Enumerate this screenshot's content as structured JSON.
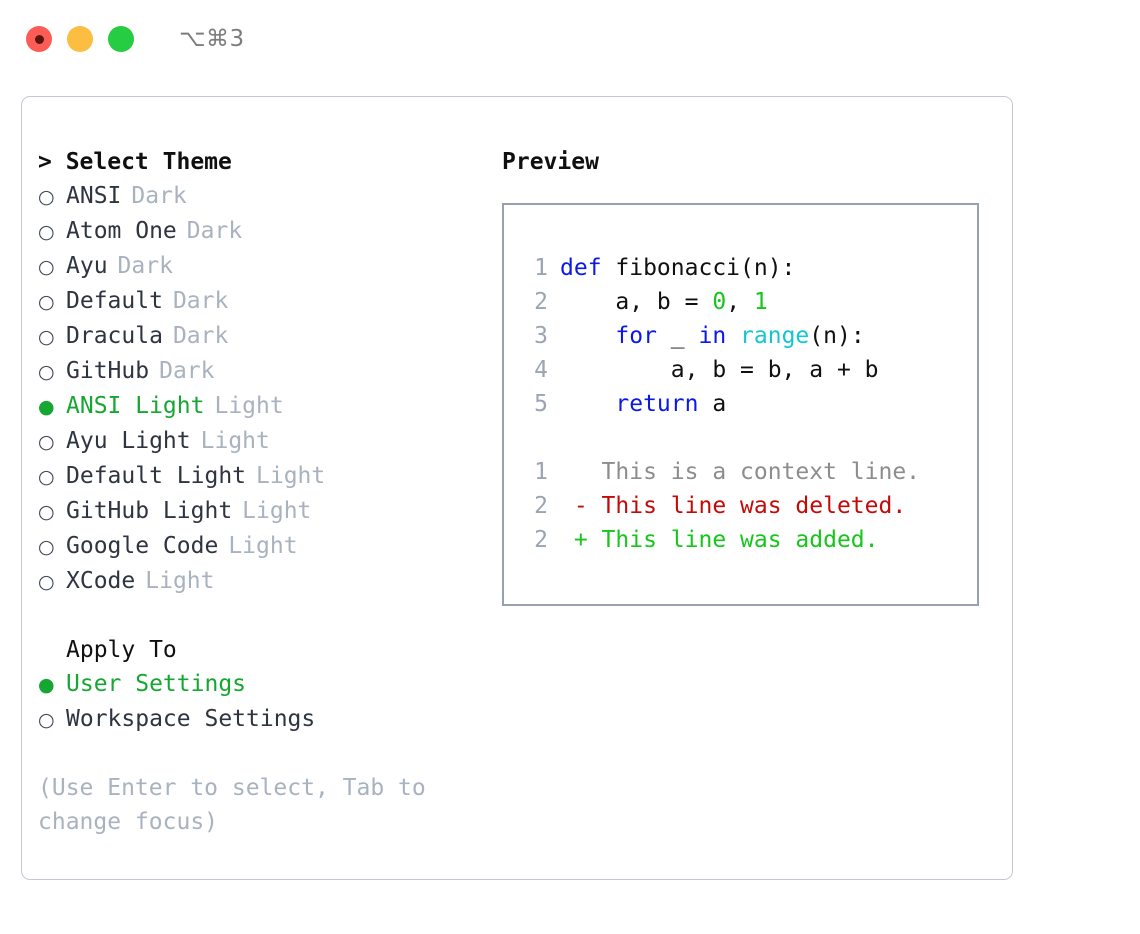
{
  "titlebar": {
    "shortcut": "⌥⌘3",
    "lights": [
      "close-red",
      "minimize-yellow",
      "maximize-green"
    ]
  },
  "theme_picker": {
    "header": "> Select Theme",
    "items": [
      {
        "marker": "○",
        "name": "ANSI",
        "suffix": "Dark",
        "selected": false
      },
      {
        "marker": "○",
        "name": "Atom One",
        "suffix": "Dark",
        "selected": false
      },
      {
        "marker": "○",
        "name": "Ayu",
        "suffix": "Dark",
        "selected": false
      },
      {
        "marker": "○",
        "name": "Default",
        "suffix": "Dark",
        "selected": false
      },
      {
        "marker": "○",
        "name": "Dracula",
        "suffix": "Dark",
        "selected": false
      },
      {
        "marker": "○",
        "name": "GitHub",
        "suffix": "Dark",
        "selected": false
      },
      {
        "marker": "●",
        "name": "ANSI Light",
        "suffix": "Light",
        "selected": true
      },
      {
        "marker": "○",
        "name": "Ayu Light",
        "suffix": "Light",
        "selected": false
      },
      {
        "marker": "○",
        "name": "Default Light",
        "suffix": "Light",
        "selected": false
      },
      {
        "marker": "○",
        "name": "GitHub Light",
        "suffix": "Light",
        "selected": false
      },
      {
        "marker": "○",
        "name": "Google Code",
        "suffix": "Light",
        "selected": false
      },
      {
        "marker": "○",
        "name": "XCode",
        "suffix": "Light",
        "selected": false
      }
    ]
  },
  "apply_to": {
    "header": "Apply To",
    "items": [
      {
        "marker": "●",
        "name": "User Settings",
        "selected": true
      },
      {
        "marker": "○",
        "name": "Workspace Settings",
        "selected": false
      }
    ]
  },
  "hint": "(Use Enter to select, Tab to change focus)",
  "preview": {
    "title": "Preview",
    "code_lines": [
      {
        "num": "1",
        "tokens": [
          {
            "text": "def ",
            "cls": "tok-kw"
          },
          {
            "text": "fibonacci(n):",
            "cls": "tok-txt"
          }
        ]
      },
      {
        "num": "2",
        "tokens": [
          {
            "text": "    a, b = ",
            "cls": "tok-txt"
          },
          {
            "text": "0",
            "cls": "tok-num"
          },
          {
            "text": ", ",
            "cls": "tok-txt"
          },
          {
            "text": "1",
            "cls": "tok-num"
          }
        ]
      },
      {
        "num": "3",
        "tokens": [
          {
            "text": "    for ",
            "cls": "tok-kw"
          },
          {
            "text": "_ ",
            "cls": "tok-txt"
          },
          {
            "text": "in ",
            "cls": "tok-kw"
          },
          {
            "text": "range",
            "cls": "tok-fn"
          },
          {
            "text": "(n):",
            "cls": "tok-txt"
          }
        ]
      },
      {
        "num": "4",
        "tokens": [
          {
            "text": "        a, b = b, a + b",
            "cls": "tok-txt"
          }
        ]
      },
      {
        "num": "5",
        "tokens": [
          {
            "text": "    return ",
            "cls": "tok-kw"
          },
          {
            "text": "a",
            "cls": "tok-txt"
          }
        ]
      }
    ],
    "diff_lines": [
      {
        "num": "1",
        "tokens": [
          {
            "text": "   This is a context line.",
            "cls": "tok-ctx"
          }
        ]
      },
      {
        "num": "2",
        "tokens": [
          {
            "text": " - This line was deleted.",
            "cls": "tok-del"
          }
        ]
      },
      {
        "num": "2",
        "tokens": [
          {
            "text": " + This line was added.",
            "cls": "tok-add"
          }
        ]
      }
    ]
  },
  "colors": {
    "accent_green": "#16a732",
    "muted_gray": "#a9b2bf",
    "text_dark": "#2e3440",
    "keyword_blue": "#0b18e8",
    "function_cyan": "#14c6d4",
    "number_green": "#16c61a",
    "diff_delete_red": "#c20b08",
    "diff_add_green": "#16c61a",
    "border_gray": "#c3c9d2",
    "preview_border": "#96a2b2"
  }
}
